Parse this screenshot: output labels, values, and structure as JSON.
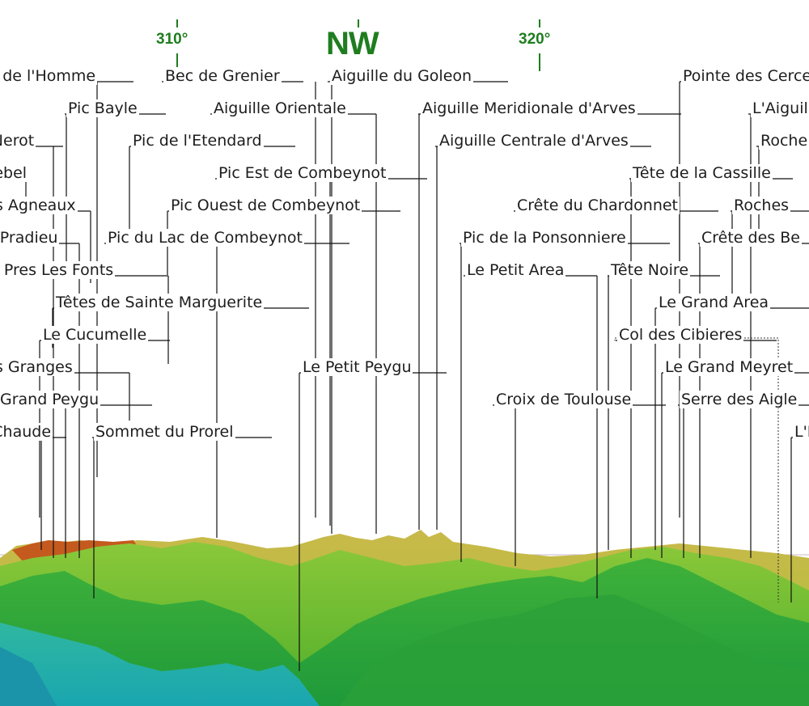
{
  "compass": {
    "deg_310": "310°",
    "deg_320": "320°",
    "cardinal": "NW",
    "color": "#1f7d1f"
  },
  "peaks": [
    "Bec de l'Homme",
    "Bec de Grenier",
    "Aiguille du Goleon",
    "Pointe des Cerces",
    "Pic Bayle",
    "Aiguille Orientale",
    "Aiguille Meridionale d'Arves",
    "L'Aiguillette",
    "Pic Nerot",
    "Pic de l'Etendard",
    "Aiguille Centrale d'Arves",
    "Roche",
    "Le Rebel",
    "Pic Est de Combeynot",
    "Tête de la Cassille",
    "Les Agneaux",
    "Pic Ouest de Combeynot",
    "Crête du Chardonnet",
    "Roches",
    "Pic Pradieu",
    "Pic du Lac de Combeynot",
    "Pic de la Ponsonniere",
    "Crête des Be",
    "Les Pres Les Fonts",
    "Le Petit Area",
    "Tête Noire",
    "Têtes de Sainte Marguerite",
    "Le Grand Area",
    "Le Cucumelle",
    "Col des Cibieres",
    "Les Granges",
    "Le Petit Peygu",
    "Le Grand Meyret",
    "Le Grand Peygu",
    "Croix de Toulouse",
    "Serre des Aigle",
    "La Chaude",
    "Sommet du Prorel",
    "L'E"
  ]
}
